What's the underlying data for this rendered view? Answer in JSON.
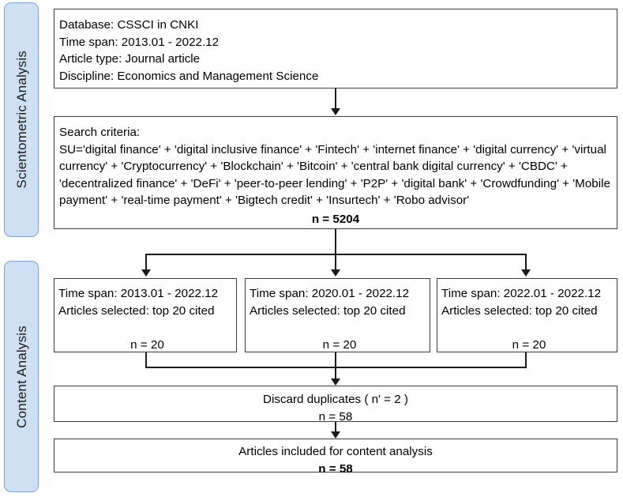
{
  "phases": [
    {
      "name": "scientometric-analysis",
      "label": "Scientometric Analysis"
    },
    {
      "name": "content-analysis",
      "label": "Content Analysis"
    }
  ],
  "boxes": {
    "database": {
      "lines": "Database: CSSCI in CNKI\nTime span: 2013.01 - 2022.12\nArticle type: Journal article\nDiscipline: Economics and Management Science"
    },
    "search": {
      "heading": "Search criteria:",
      "query": "SU='digital finance' + 'digital inclusive finance' + 'Fintech' + 'internet finance' + 'digital currency' + 'virtual currency' + 'Cryptocurrency' + 'Blockchain' + 'Bitcoin' + 'central bank digital currency' + 'CBDC' + 'decentralized finance' + 'DeFi' + 'peer-to-peer lending' + 'P2P' + 'digital bank' + 'Crowdfunding' + 'Mobile payment' + 'real-time payment' + 'Bigtech credit' + 'Insurtech' + 'Robo advisor'",
      "count": "n = 5204"
    },
    "spans": [
      {
        "time_span": "Time span: 2013.01 - 2022.12",
        "articles_selected": "Articles selected: top 20 cited",
        "count": "n = 20"
      },
      {
        "time_span": "Time span: 2020.01 - 2022.12",
        "articles_selected": "Articles selected: top 20 cited",
        "count": "n = 20"
      },
      {
        "time_span": "Time span: 2022.01 - 2022.12",
        "articles_selected": "Articles selected: top 20 cited",
        "count": "n = 20"
      }
    ],
    "discard": {
      "title": "Discard duplicates ( n' = 2 )",
      "count": "n = 58"
    },
    "included": {
      "title": "Articles included for content analysis",
      "count": "n = 58"
    }
  },
  "colors": {
    "phase_fill": "#cfe0f5",
    "phase_border": "#7ba2d0",
    "box_border": "#3c3c3c",
    "connector": "#1a1a1a",
    "text": "#000000"
  }
}
